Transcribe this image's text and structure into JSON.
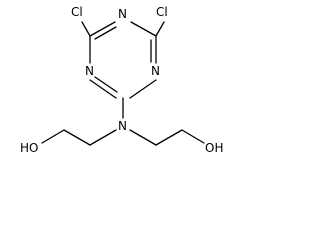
{
  "molecule": {
    "atoms": {
      "cl_left": "Cl",
      "cl_right": "Cl",
      "n_ring_top": "N",
      "n_ring_left": "N",
      "n_ring_right": "N",
      "n_amine": "N",
      "oh_left": "HO",
      "oh_right": "OH"
    }
  }
}
